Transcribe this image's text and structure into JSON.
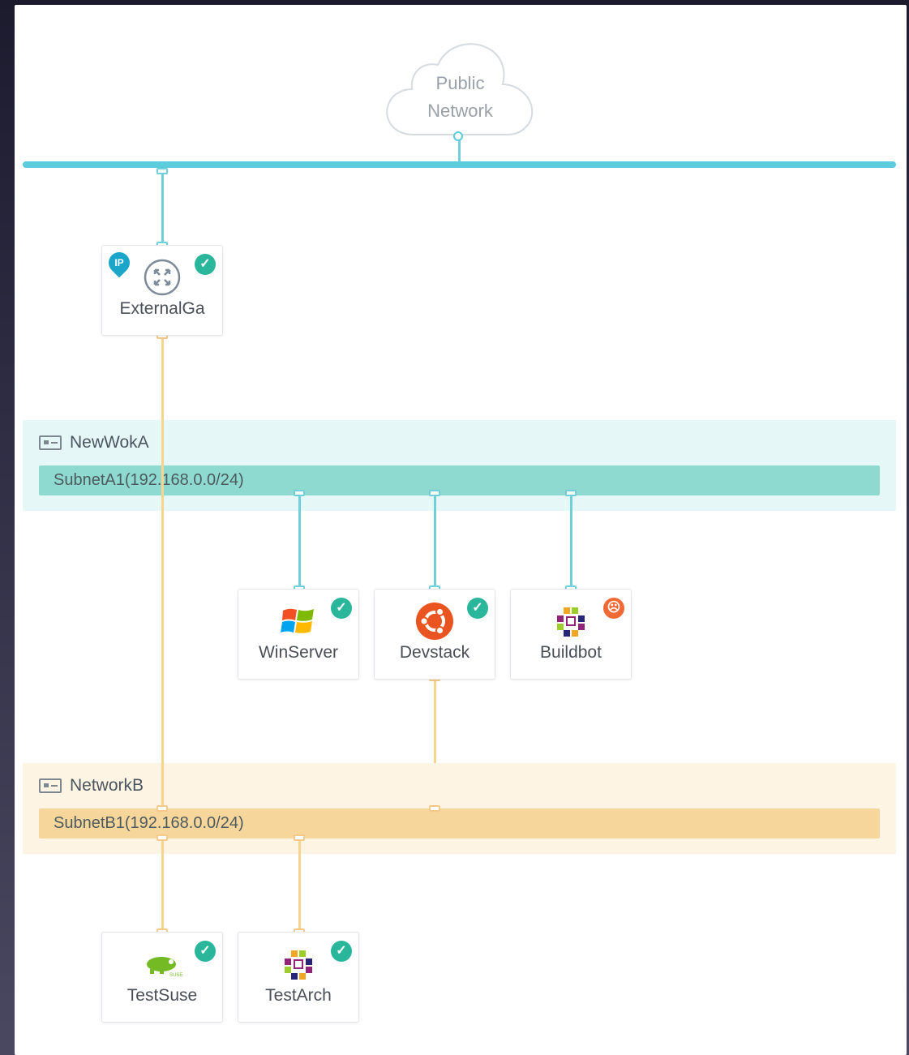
{
  "public_network": {
    "line1": "Public",
    "line2": "Network"
  },
  "router": {
    "label": "ExternalGa",
    "ip_badge": "IP",
    "status": "✓"
  },
  "networks": [
    {
      "name": "NewWokA",
      "subnet": "SubnetA1(192.168.0.0/24)"
    },
    {
      "name": "NetworkB",
      "subnet": "SubnetB1(192.168.0.0/24)"
    }
  ],
  "instances": [
    {
      "label": "WinServer",
      "status": "✓",
      "icon": "windows-icon"
    },
    {
      "label": "Devstack",
      "status": "✓",
      "icon": "ubuntu-icon"
    },
    {
      "label": "Buildbot",
      "status": "☹",
      "icon": "centos-icon"
    },
    {
      "label": "TestSuse",
      "status": "✓",
      "icon": "suse-icon"
    },
    {
      "label": "TestArch",
      "status": "✓",
      "icon": "centos-icon"
    }
  ],
  "colors": {
    "public": "#5ccbdc",
    "network_a": "#8fdad0",
    "network_b": "#f7d69b",
    "ok": "#29b69a",
    "warn": "#f06a36"
  }
}
